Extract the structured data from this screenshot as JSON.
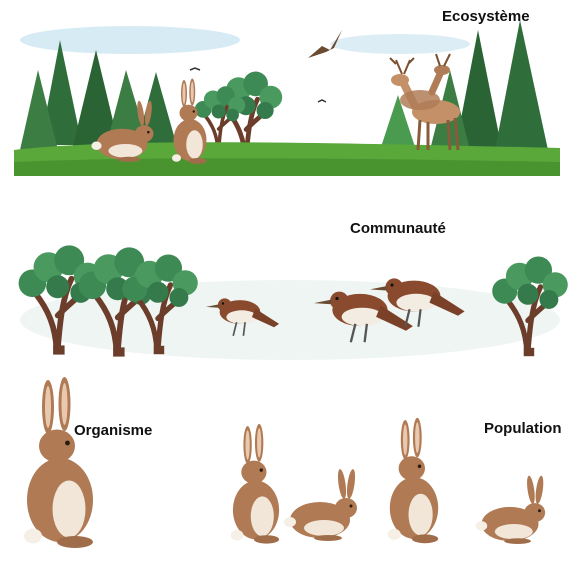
{
  "levels": {
    "ecosystem": "Ecosystème",
    "community": "Communauté",
    "organism": "Organisme",
    "population": "Population"
  },
  "colors": {
    "grass": "#5aa83a",
    "conifer": "#2f6e3a",
    "trunk": "#6b3d2a",
    "leaf": "#3e8a55",
    "rabbit_fur": "#b07a55",
    "rabbit_belly": "#f1e6d8",
    "bird_back": "#8a4a2e",
    "sky": "#cde6f2"
  }
}
